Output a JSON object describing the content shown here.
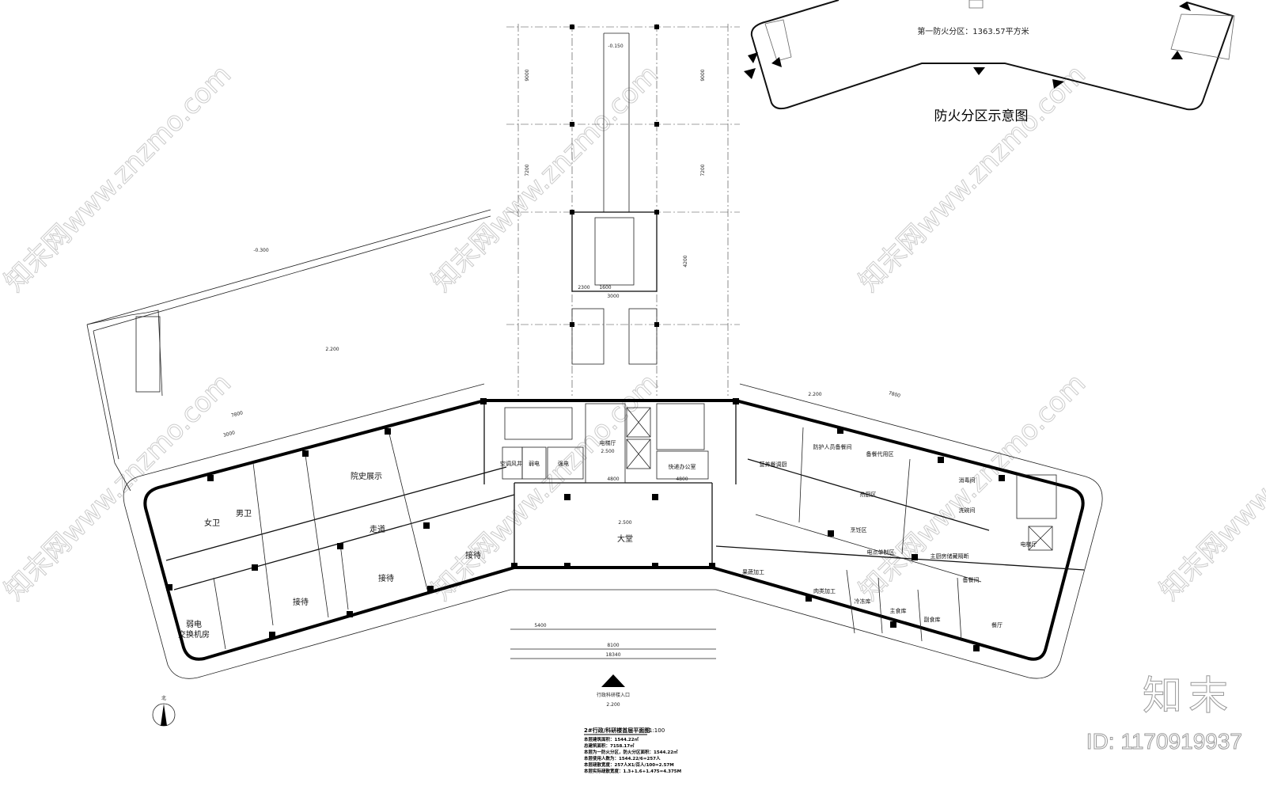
{
  "fire_zone_diagram": {
    "title": "防火分区示意图",
    "zone_label": "第一防火分区：1363.57平方米"
  },
  "rooms": {
    "history_exhibit": "院史展示",
    "corridor": "走道",
    "reception_1": "接待",
    "reception_2": "接待",
    "reception_3": "接待",
    "weak_elec_room": "弱电",
    "switch_room": "交换机房",
    "women_wc": "女卫",
    "men_wc": "男卫",
    "ac_shaft": "空调风井",
    "weak_elec": "弱电",
    "strong_elec": "强电",
    "elevator_hall": "电梯厅",
    "lobby": "大堂",
    "courier_office": "快递办公室",
    "protect_staff_prep": "防护人员备餐间",
    "prep_area": "备餐代用区",
    "nutrition_kitchen": "营养餐调厨",
    "hot_kitchen": "热厨区",
    "cooking_area": "烹饪区",
    "order_area": "电点单制区",
    "main_kitchen": "主厨房储藏隔断",
    "disinfection": "消毒间",
    "dishwashing": "洗碗间",
    "veg_processing": "果蔬加工",
    "meat_processing": "肉类加工",
    "freezer": "冷冻库",
    "staple_store": "主食库",
    "nonstaple_store": "副食库",
    "serving_room": "备餐间",
    "dining_hall": "餐厅",
    "elevator_hall_right": "电梯厅"
  },
  "levels": {
    "lobby": "2.500",
    "elevator_hall": "2.500",
    "entrance": "2.200",
    "top_stair": "-0.150",
    "ramp": "-0.300",
    "left_terrace": "2.200",
    "right_terrace": "2.200"
  },
  "dimensions": {
    "top_9000_l": "9000",
    "top_9000_r": "9000",
    "top_7200_l": "7200",
    "top_7200_r": "7200",
    "top_4200": "4200",
    "stair_a": "2300",
    "stair_b": "1600",
    "stair_c": "3000",
    "bottom_5400": "5400",
    "bottom_8100": "8100",
    "bottom_18340": "18340",
    "left_7800": "7800",
    "left_3000": "3000",
    "right_7800": "7800",
    "hall_4800_l": "4800",
    "hall_4800_r": "4800"
  },
  "entrance_label": "行政科研楼入口",
  "north_label": "北",
  "title_block": {
    "title": "2#行政/科研楼首层平面图",
    "scale": "1:100",
    "lines": [
      "本层建筑面积：1544.22㎡",
      "总建筑面积：7158.17㎡",
      "本层为一防火分区，防火分区面积：1544.22㎡",
      "本层使用人数为：1544.22/6=257人",
      "本层疏散宽度：257人X1/百人/100=2.57M",
      "本层实际疏散宽度：1.3+1.6+1.475=4.375M"
    ]
  },
  "watermark": {
    "text": "知末网www.znzmo.com",
    "brand": "知末",
    "id": "ID: 1170919937"
  },
  "colors": {
    "line": "#000000",
    "watermark": "#cccccc"
  }
}
